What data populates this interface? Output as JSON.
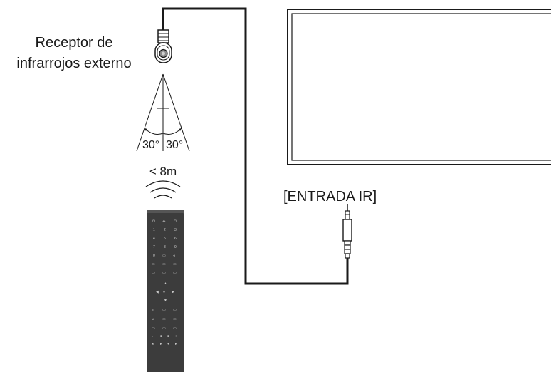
{
  "receiver": {
    "label_line1": "Receptor de",
    "label_line2": "infrarrojos externo"
  },
  "angles": {
    "left": "30°",
    "right": "30°"
  },
  "range": {
    "label": "< 8m"
  },
  "ir_input": {
    "label": "[ENTRADA IR]"
  },
  "colors": {
    "line": "#1a1a1a",
    "remote_body": "#3c3c3c",
    "remote_button_text": "#c8c8c8",
    "background": "#ffffff"
  },
  "icons": [
    "ir-receiver-icon",
    "signal-waves-icon",
    "remote-control-icon",
    "audio-jack-icon",
    "display-screen-icon"
  ]
}
